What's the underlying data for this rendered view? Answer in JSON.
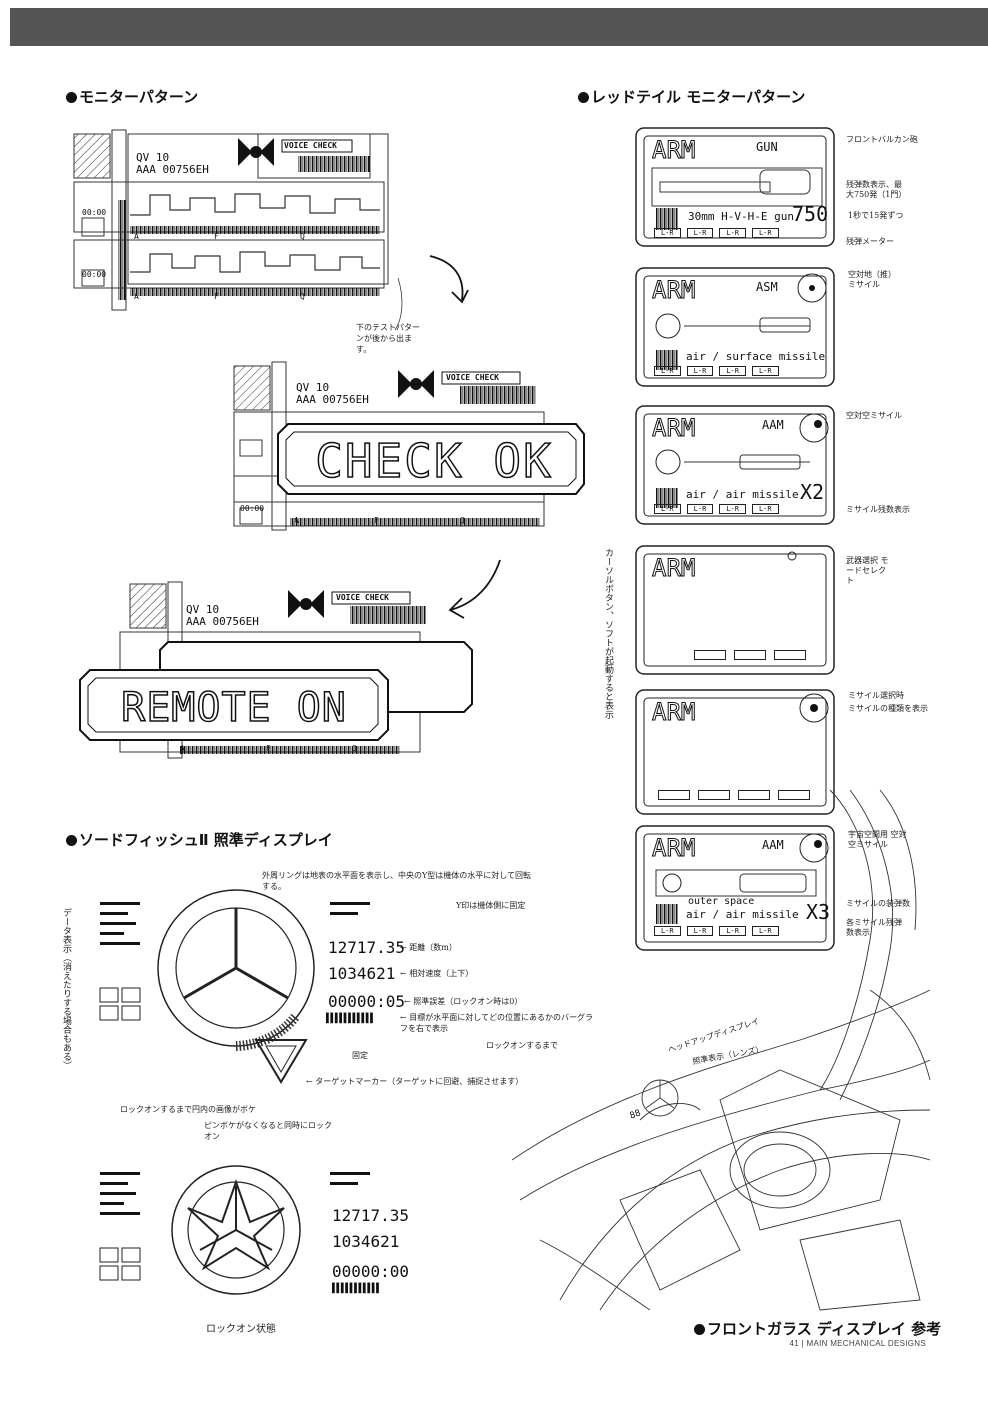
{
  "headings": {
    "monitor_pattern": "モニターパターン",
    "redtail_monitor_pattern": "レッドテイル モニターパターン",
    "swordfish_sight": "ソードフィッシュⅡ 照準ディスプレイ",
    "front_glass": "フロントガラス ディスプレイ 参考"
  },
  "monitor": {
    "id_line1": "QV 10",
    "id_line2": "AAA 00756EH",
    "voice_check": "VOICE CHECK",
    "time": "00:00",
    "channel_labels": [
      "A",
      "F",
      "Q"
    ],
    "check_ok": "CHECK OK",
    "remote_on": "REMOTE ON",
    "note": "下のテストパターンが後から出ます。"
  },
  "redtail": {
    "panels": [
      {
        "title": "ARM",
        "weapon": "GUN",
        "caption": "30mm H-V-H-E gun",
        "count": "750",
        "buttons": [
          "L-R",
          "L-R",
          "L-R",
          "L-R"
        ]
      },
      {
        "title": "ARM",
        "weapon": "ASM",
        "caption": "air / surface missile",
        "buttons": [
          "L-R",
          "L-R",
          "L-R",
          "L-R"
        ]
      },
      {
        "title": "ARM",
        "weapon": "AAM",
        "caption": "air / air missile",
        "count": "X2",
        "buttons": [
          "L-R",
          "L-R",
          "L-R",
          "L-R"
        ]
      },
      {
        "title": "ARM",
        "buttons": [
          "",
          "",
          ""
        ]
      },
      {
        "title": "ARM",
        "buttons": [
          "",
          "",
          "",
          ""
        ]
      },
      {
        "title": "ARM",
        "weapon": "AAM",
        "caption_line1": "outer space",
        "caption": "air / air missile",
        "count": "X3",
        "buttons": [
          "L-R",
          "L-R",
          "L-R",
          "L-R"
        ]
      }
    ],
    "notes": {
      "gun1": "フロントバルカン砲",
      "gun2": "残弾数表示、最大750発（1門）",
      "gun3": "1秒で15発ずつ",
      "gun4": "残弾メーター",
      "asm": "空対地（推）ミサイル",
      "aam": "空対空ミサイル",
      "aam_x2": "ミサイル残数表示",
      "arm_select": "武器選択 モードセレクト",
      "missile_select": "ミサイル選択時",
      "missile_select2": "ミサイルの種類を表示",
      "space": "宇宙空間用 空対空ミサイル",
      "x3": "ミサイルの装弾数",
      "x3b": "各ミサイル残弾数表示",
      "left_vertical": "カーソルボタン、ソフトが起動すると表示"
    }
  },
  "sight": {
    "range": "12717.35",
    "speed": "1034621",
    "lock_time": "00000:05",
    "lock_time_locked": "00000:00",
    "bars": "▌▌▌▌▌▌▌▌▌▌▌",
    "note_top": "外周リングは地表の水平面を表示し、中央のY型は機体の水平に対して回転する。",
    "note_y": "Y印は機体側に固定",
    "note_range": "← 距離（数m）",
    "note_speed": "← 相対速度（上下）",
    "note_lock": "← 照準誤差（ロックオン時は0）",
    "note_bars": "← 目標が水平面に対してどの位置にあるかのバーグラフを右で表示",
    "note_bars_b": "ロックオンするまで",
    "note_fixed": "固定",
    "note_triangle": "← ターゲットマーカー（ターゲットに回避、捕捉させます）",
    "note_lockon1": "ロックオンするまで円内の画像がボケ",
    "note_lockon2": "ピンボケがなくなると同時にロックオン",
    "note_left_vertical": "データ表示（消えたりする場合もある）",
    "lockon_state": "ロックオン状態"
  },
  "front_glass": {
    "note1": "ヘッドアップディスプレイ",
    "note2": "照準表示（レンズ）",
    "readout": "88"
  },
  "footer": {
    "page": "41",
    "section": "MAIN MECHANICAL DESIGNS"
  }
}
